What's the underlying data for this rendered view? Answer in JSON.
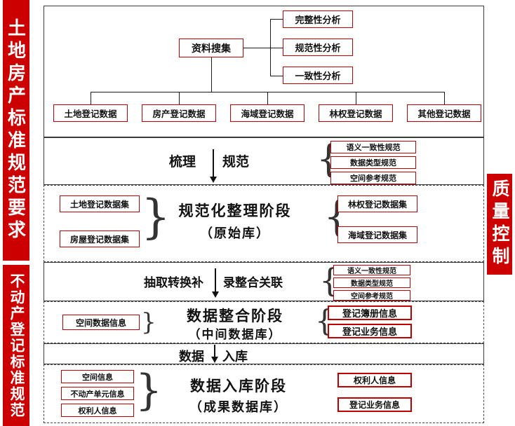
{
  "banners": {
    "left_top": "土地房产标准规范要求",
    "left_bottom": "不动产登记标准规范",
    "right": "质量控制"
  },
  "collect": {
    "label": "资料搜集"
  },
  "analyses": [
    "完整性分析",
    "规范性分析",
    "一致性分析"
  ],
  "registry_data": [
    "土地登记数据",
    "房产登记数据",
    "海域登记数据",
    "林权登记数据",
    "其他登记数据"
  ],
  "step_organize": {
    "left": "梳理",
    "right": "规范",
    "specs": [
      "语义一致性规范",
      "数据类型规范",
      "空间参考规范"
    ]
  },
  "stage_original": {
    "left_boxes": [
      "土地登记数据集",
      "房屋登记数据集"
    ],
    "title": "规范化整理阶段",
    "subtitle": "（原始库）",
    "right_boxes": [
      "林权登记数据集",
      "海域登记数据集"
    ]
  },
  "step_extract": {
    "left": "抽取转换补",
    "right": "录整合关联",
    "specs": [
      "语义一致性规范",
      "数据类型规范",
      "空间参考规范"
    ]
  },
  "stage_integrate": {
    "left_boxes": [
      "空间数据信息"
    ],
    "title": "数据整合阶段",
    "subtitle": "（中间数据库）",
    "right_boxes": [
      "登记簿册信息",
      "登记业务信息"
    ]
  },
  "step_load": {
    "left": "数据",
    "right": "入库"
  },
  "stage_warehouse": {
    "left_boxes": [
      "空间信息",
      "不动产单元信息",
      "权利人信息"
    ],
    "title": "数据入库阶段",
    "subtitle": "（成果数据库）",
    "right_boxes": [
      "权利人信息",
      "登记业务信息"
    ]
  },
  "colors": {
    "banner_red": "#cc0000",
    "box_red": "#c00000"
  }
}
